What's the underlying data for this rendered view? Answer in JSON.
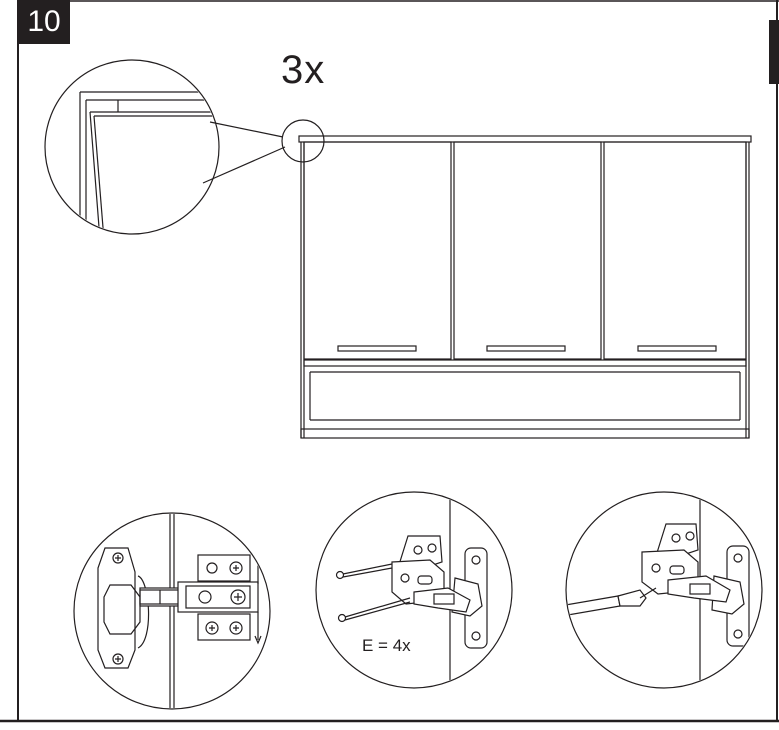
{
  "step": {
    "number": "10"
  },
  "main": {
    "quantity": "3x"
  },
  "details": {
    "screw_count": "E = 4x"
  }
}
